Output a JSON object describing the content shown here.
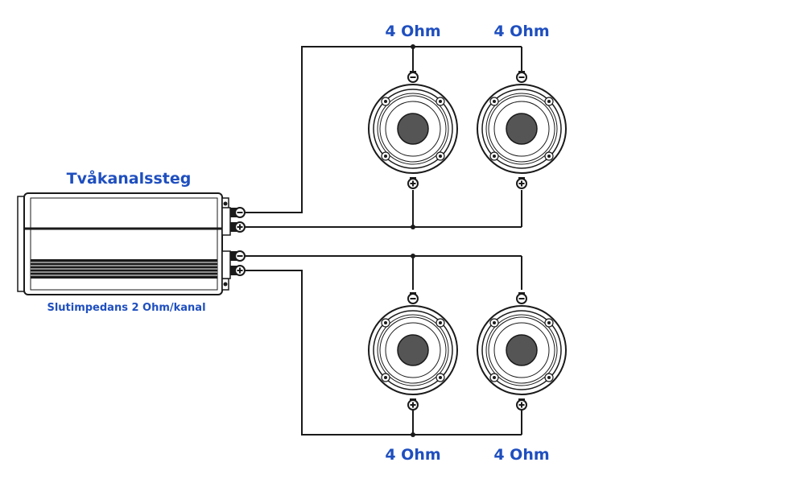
{
  "amplifier": {
    "title": "Tvåkanalssteg",
    "subtitle": "Slutimpedans 2 Ohm/kanal"
  },
  "speakers": {
    "top_left": {
      "impedance_label": "4 Ohm"
    },
    "top_right": {
      "impedance_label": "4 Ohm"
    },
    "bottom_left": {
      "impedance_label": "4 Ohm"
    },
    "bottom_right": {
      "impedance_label": "4 Ohm"
    }
  },
  "colors": {
    "label": "#1f4fbf",
    "line": "#1a1a1a",
    "cone": "#555555"
  }
}
